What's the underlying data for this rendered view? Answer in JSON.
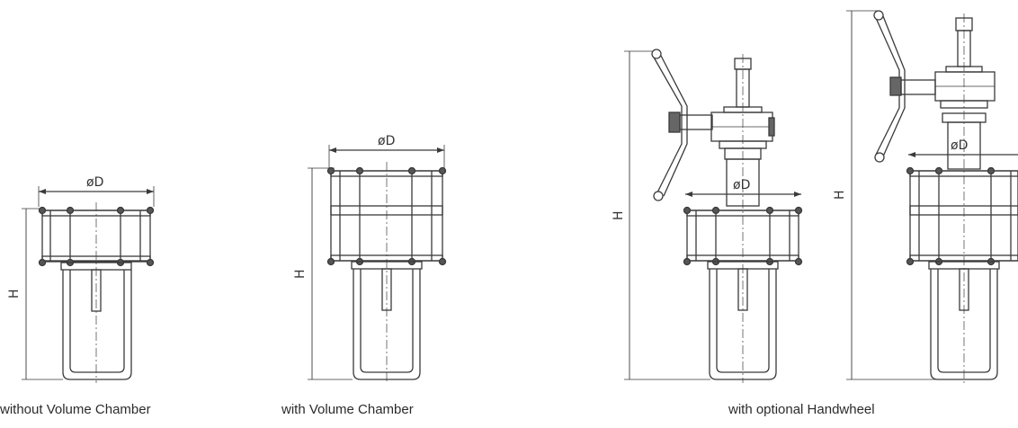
{
  "dimension_labels": {
    "diameter": "øD",
    "height": "H"
  },
  "captions": {
    "without_volume_chamber": "without Volume Chamber",
    "with_volume_chamber": "with Volume Chamber",
    "with_optional_handwheel": "with optional Handwheel"
  },
  "colors": {
    "line": "#3a3a3a",
    "text": "#2b2b2b",
    "bolt": "#555555"
  }
}
